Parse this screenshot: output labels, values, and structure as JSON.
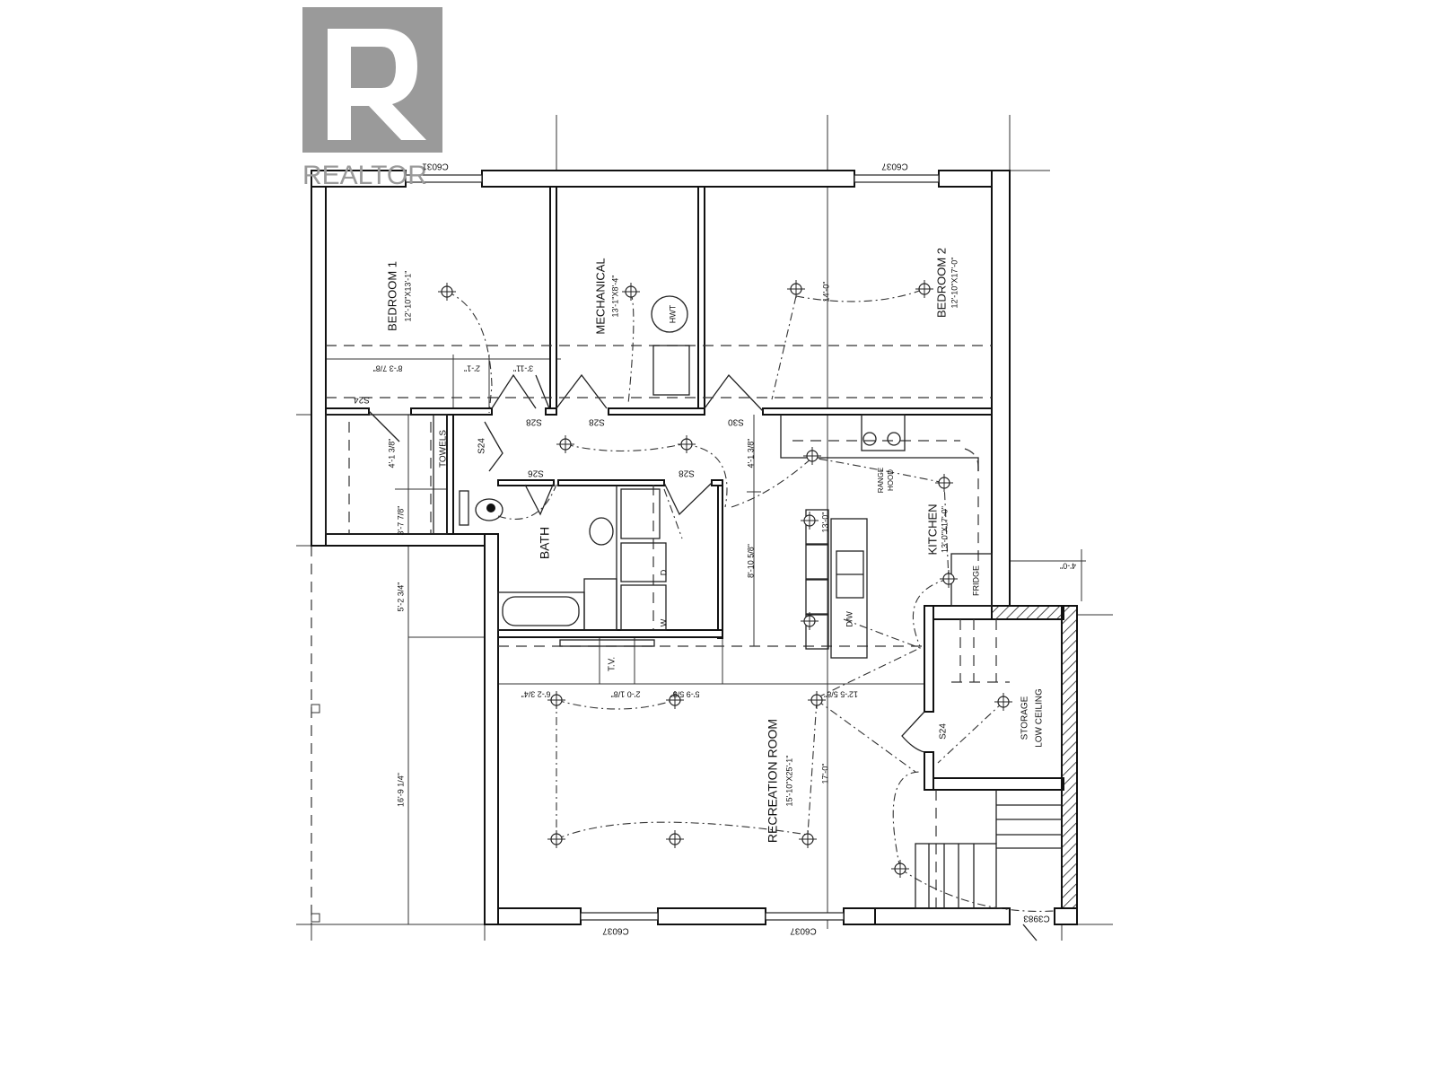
{
  "logo": {
    "text": "REALTOR",
    "mark": "R",
    "color": "#9a9a9a"
  },
  "rooms": {
    "bedroom1": {
      "name": "BEDROOM 1",
      "size": "12'-10\"X13'-1\""
    },
    "mechanical": {
      "name": "MECHANICAL",
      "size": "13'-1\"X8'-4\""
    },
    "bedroom2": {
      "name": "BEDROOM 2",
      "size": "12'-10\"X17'-0\""
    },
    "bath": {
      "name": "BATH"
    },
    "kitchen": {
      "name": "KITCHEN",
      "size": "13'-0\"X17'-0\""
    },
    "recreation": {
      "name": "RECREATION ROOM",
      "size": "15'-10\"X25'-1\""
    },
    "storage": {
      "line1": "STORAGE",
      "line2": "LOW CEILING"
    }
  },
  "fixtures": {
    "hwt": "HWT",
    "towels": "TOWELS",
    "range1": "RANGE",
    "range2": "HOOD",
    "fridge": "FRIDGE",
    "tv": "T.V.",
    "dryer": "D",
    "washer": "W",
    "dishwasher": "D/W"
  },
  "doors": [
    "S24",
    "S28",
    "S28",
    "S30",
    "S26",
    "S28",
    "S24",
    "S24"
  ],
  "windows": [
    "C6031",
    "C6037",
    "C6037",
    "C6037",
    "C3983"
  ],
  "dimensions": {
    "d1": "8'-3 7/8\"",
    "d2": "2'-1\"",
    "d3": "3'-11\"",
    "d4": "14'-0\"",
    "d5": "4'-1 3/8\"",
    "d6": "3'-7 7/8\"",
    "d7": "5'-2 3/4\"",
    "d8": "16'-9 1/4\"",
    "d9": "4'-1 3/8\"",
    "d10": "8'-10 5/8\"",
    "d11": "13'-0\"",
    "d12": "4'-0\"",
    "d13": "6'-2 3/4\"",
    "d14": "2'-0 1/8\"",
    "d15": "5'-9 5/8\"",
    "d16": "12'-5 5/8\"",
    "d17": "17'-0\""
  }
}
